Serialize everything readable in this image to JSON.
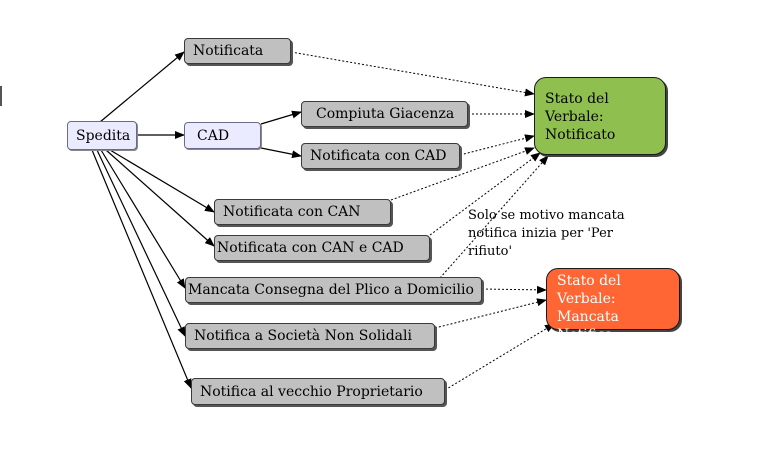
{
  "nodes": {
    "spedita": "Spedita",
    "notificata": "Notificata",
    "cad": "CAD",
    "compiuta_giacenza": "Compiuta Giacenza",
    "notificata_con_cad": "Notificata con CAD",
    "notificata_con_can": "Notificata con CAN",
    "notificata_con_can_e_cad": "Notificata con CAN e CAD",
    "mancata_consegna": "Mancata Consegna del Plico a Domicilio",
    "notifica_societa": "Notifica a Società Non Solidali",
    "notifica_vecchio": "Notifica al vecchio Proprietario"
  },
  "states": {
    "notificato": "Stato del Verbale: Notificato",
    "mancata_notifica": "Stato del Verbale: Mancata Notifica"
  },
  "note": "Solo se motivo mancata notifica inizia per 'Per rifiuto'",
  "colors": {
    "gray_box": "#c0c0c0",
    "spedita_box": "#ebebff",
    "notificato_state": "#8fbf4f",
    "mancata_notifica_state": "#ff6633"
  }
}
